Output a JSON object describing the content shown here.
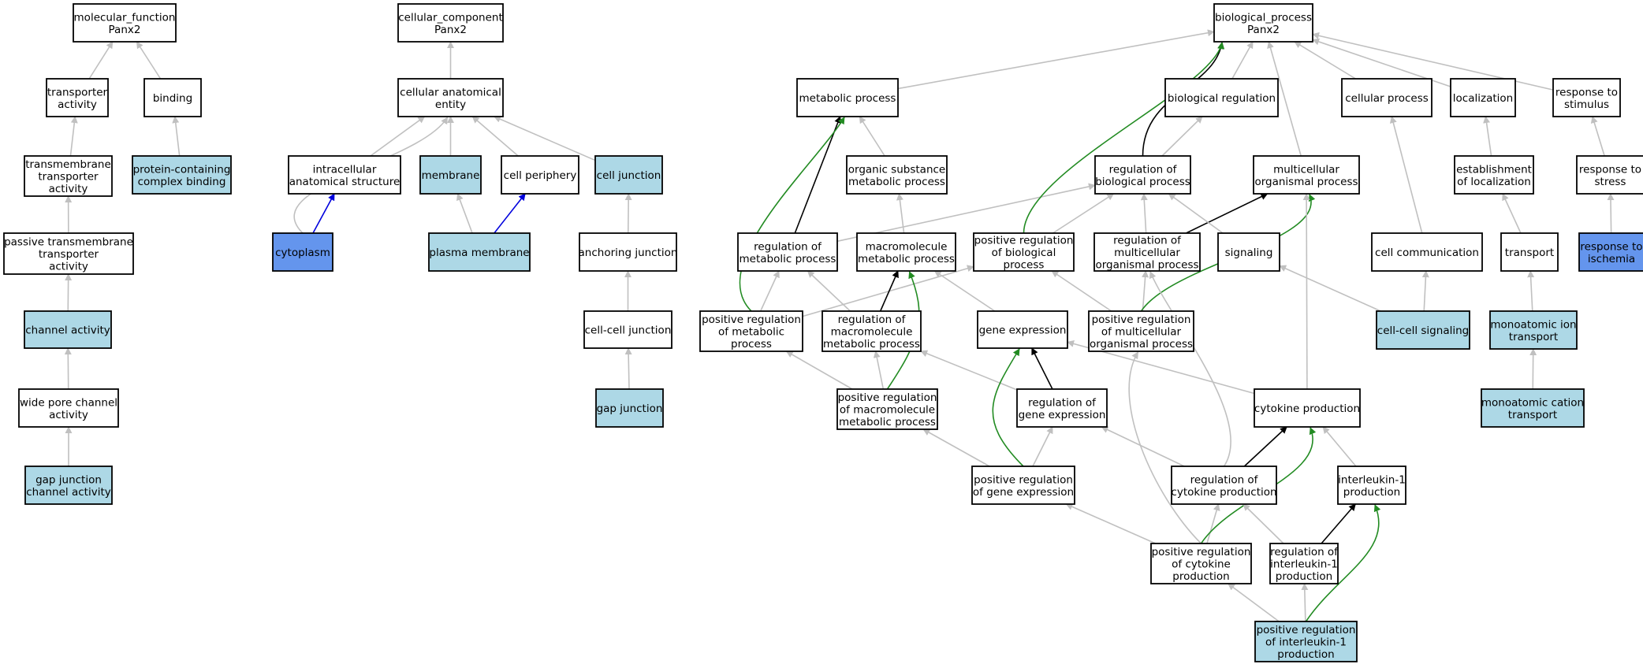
{
  "colors": {
    "node_fill_default": "#ffffff",
    "node_fill_light": "#add8e6",
    "node_fill_strong": "#6495ed",
    "edge_gray": "#c0c0c0",
    "edge_black": "#000000",
    "edge_green": "#228b22",
    "edge_blue": "#0000dd"
  },
  "nodes": [
    {
      "id": "mf",
      "lines": [
        "molecular_function",
        "Panx2"
      ],
      "style": "default"
    },
    {
      "id": "transporter_activity",
      "lines": [
        "transporter",
        "activity"
      ],
      "style": "default"
    },
    {
      "id": "binding",
      "lines": [
        "binding"
      ],
      "style": "default"
    },
    {
      "id": "tm_transporter",
      "lines": [
        "transmembrane",
        "transporter",
        "activity"
      ],
      "style": "default"
    },
    {
      "id": "protein_complex_binding",
      "lines": [
        "protein-containing",
        "complex binding"
      ],
      "style": "light"
    },
    {
      "id": "passive_tm",
      "lines": [
        "passive transmembrane",
        "transporter",
        "activity"
      ],
      "style": "default"
    },
    {
      "id": "channel_activity",
      "lines": [
        "channel activity"
      ],
      "style": "light"
    },
    {
      "id": "wide_pore",
      "lines": [
        "wide pore channel",
        "activity"
      ],
      "style": "default"
    },
    {
      "id": "gap_junction_channel",
      "lines": [
        "gap junction",
        "channel activity"
      ],
      "style": "light"
    },
    {
      "id": "cc",
      "lines": [
        "cellular_component",
        "Panx2"
      ],
      "style": "default"
    },
    {
      "id": "cell_anat_entity",
      "lines": [
        "cellular anatomical",
        "entity"
      ],
      "style": "default"
    },
    {
      "id": "intracellular",
      "lines": [
        "intracellular",
        "anatomical structure"
      ],
      "style": "default"
    },
    {
      "id": "membrane",
      "lines": [
        "membrane"
      ],
      "style": "light"
    },
    {
      "id": "cell_periphery",
      "lines": [
        "cell periphery"
      ],
      "style": "default"
    },
    {
      "id": "cell_junction",
      "lines": [
        "cell junction"
      ],
      "style": "light"
    },
    {
      "id": "cytoplasm",
      "lines": [
        "cytoplasm"
      ],
      "style": "strong"
    },
    {
      "id": "plasma_membrane",
      "lines": [
        "plasma membrane"
      ],
      "style": "light"
    },
    {
      "id": "anchoring_junction",
      "lines": [
        "anchoring junction"
      ],
      "style": "default"
    },
    {
      "id": "cell_cell_junction",
      "lines": [
        "cell-cell junction"
      ],
      "style": "default"
    },
    {
      "id": "gap_junction",
      "lines": [
        "gap junction"
      ],
      "style": "light"
    },
    {
      "id": "bp",
      "lines": [
        "biological_process",
        "Panx2"
      ],
      "style": "default"
    },
    {
      "id": "metabolic_process",
      "lines": [
        "metabolic process"
      ],
      "style": "default"
    },
    {
      "id": "bio_regulation",
      "lines": [
        "biological regulation"
      ],
      "style": "default"
    },
    {
      "id": "cellular_process",
      "lines": [
        "cellular process"
      ],
      "style": "default"
    },
    {
      "id": "localization",
      "lines": [
        "localization"
      ],
      "style": "default"
    },
    {
      "id": "response_stimulus",
      "lines": [
        "response to",
        "stimulus"
      ],
      "style": "default"
    },
    {
      "id": "organic_substance",
      "lines": [
        "organic substance",
        "metabolic process"
      ],
      "style": "default"
    },
    {
      "id": "reg_bio_process",
      "lines": [
        "regulation of",
        "biological process"
      ],
      "style": "default"
    },
    {
      "id": "multicellular",
      "lines": [
        "multicellular",
        "organismal process"
      ],
      "style": "default"
    },
    {
      "id": "establishment_loc",
      "lines": [
        "establishment",
        "of localization"
      ],
      "style": "default"
    },
    {
      "id": "response_stress",
      "lines": [
        "response to",
        "stress"
      ],
      "style": "default"
    },
    {
      "id": "reg_metabolic",
      "lines": [
        "regulation of",
        "metabolic process"
      ],
      "style": "default"
    },
    {
      "id": "macromolecule_metabolic",
      "lines": [
        "macromolecule",
        "metabolic process"
      ],
      "style": "default"
    },
    {
      "id": "pos_reg_bio",
      "lines": [
        "positive regulation",
        "of biological",
        "process"
      ],
      "style": "default"
    },
    {
      "id": "reg_multicellular",
      "lines": [
        "regulation of",
        "multicellular",
        "organismal process"
      ],
      "style": "default"
    },
    {
      "id": "signaling",
      "lines": [
        "signaling"
      ],
      "style": "default"
    },
    {
      "id": "cell_communication",
      "lines": [
        "cell communication"
      ],
      "style": "default"
    },
    {
      "id": "transport",
      "lines": [
        "transport"
      ],
      "style": "default"
    },
    {
      "id": "response_ischemia",
      "lines": [
        "response to",
        "ischemia"
      ],
      "style": "strong"
    },
    {
      "id": "pos_reg_metabolic",
      "lines": [
        "positive regulation",
        "of metabolic",
        "process"
      ],
      "style": "default"
    },
    {
      "id": "reg_macromolecule",
      "lines": [
        "regulation of",
        "macromolecule",
        "metabolic process"
      ],
      "style": "default"
    },
    {
      "id": "gene_expression",
      "lines": [
        "gene expression"
      ],
      "style": "default"
    },
    {
      "id": "pos_reg_multicellular",
      "lines": [
        "positive regulation",
        "of multicellular",
        "organismal process"
      ],
      "style": "default"
    },
    {
      "id": "cell_cell_signaling",
      "lines": [
        "cell-cell signaling"
      ],
      "style": "light"
    },
    {
      "id": "monoatomic_ion",
      "lines": [
        "monoatomic ion",
        "transport"
      ],
      "style": "light"
    },
    {
      "id": "pos_reg_macromolecule",
      "lines": [
        "positive regulation",
        "of macromolecule",
        "metabolic process"
      ],
      "style": "default"
    },
    {
      "id": "reg_gene_expression",
      "lines": [
        "regulation of",
        "gene expression"
      ],
      "style": "default"
    },
    {
      "id": "cytokine_production",
      "lines": [
        "cytokine production"
      ],
      "style": "default"
    },
    {
      "id": "monoatomic_cation",
      "lines": [
        "monoatomic cation",
        "transport"
      ],
      "style": "light"
    },
    {
      "id": "pos_reg_gene_expression",
      "lines": [
        "positive regulation",
        "of gene expression"
      ],
      "style": "default"
    },
    {
      "id": "reg_cytokine",
      "lines": [
        "regulation of",
        "cytokine production"
      ],
      "style": "default"
    },
    {
      "id": "il1_production",
      "lines": [
        "interleukin-1",
        "production"
      ],
      "style": "default"
    },
    {
      "id": "pos_reg_cytokine",
      "lines": [
        "positive regulation",
        "of cytokine",
        "production"
      ],
      "style": "default"
    },
    {
      "id": "reg_il1",
      "lines": [
        "regulation of",
        "interleukin-1",
        "production"
      ],
      "style": "default"
    },
    {
      "id": "pos_reg_il1",
      "lines": [
        "positive regulation",
        "of interleukin-1",
        "production"
      ],
      "style": "light"
    }
  ],
  "edges": [
    {
      "from": "transporter_activity",
      "to": "mf",
      "color": "gray"
    },
    {
      "from": "binding",
      "to": "mf",
      "color": "gray"
    },
    {
      "from": "tm_transporter",
      "to": "transporter_activity",
      "color": "gray"
    },
    {
      "from": "protein_complex_binding",
      "to": "binding",
      "color": "gray"
    },
    {
      "from": "passive_tm",
      "to": "tm_transporter",
      "color": "gray"
    },
    {
      "from": "channel_activity",
      "to": "passive_tm",
      "color": "gray"
    },
    {
      "from": "wide_pore",
      "to": "channel_activity",
      "color": "gray"
    },
    {
      "from": "gap_junction_channel",
      "to": "wide_pore",
      "color": "gray"
    },
    {
      "from": "cell_anat_entity",
      "to": "cc",
      "color": "gray"
    },
    {
      "from": "intracellular",
      "to": "cell_anat_entity",
      "color": "gray"
    },
    {
      "from": "membrane",
      "to": "cell_anat_entity",
      "color": "gray"
    },
    {
      "from": "cell_periphery",
      "to": "cell_anat_entity",
      "color": "gray"
    },
    {
      "from": "cell_junction",
      "to": "cell_anat_entity",
      "color": "gray"
    },
    {
      "from": "cytoplasm",
      "to": "cell_anat_entity",
      "color": "gray",
      "curve": "left"
    },
    {
      "from": "cytoplasm",
      "to": "intracellular",
      "color": "blue"
    },
    {
      "from": "plasma_membrane",
      "to": "membrane",
      "color": "gray"
    },
    {
      "from": "plasma_membrane",
      "to": "cell_periphery",
      "color": "blue"
    },
    {
      "from": "anchoring_junction",
      "to": "cell_junction",
      "color": "gray"
    },
    {
      "from": "cell_cell_junction",
      "to": "anchoring_junction",
      "color": "gray"
    },
    {
      "from": "gap_junction",
      "to": "cell_cell_junction",
      "color": "gray"
    },
    {
      "from": "metabolic_process",
      "to": "bp",
      "color": "gray"
    },
    {
      "from": "bio_regulation",
      "to": "bp",
      "color": "gray"
    },
    {
      "from": "cellular_process",
      "to": "bp",
      "color": "gray"
    },
    {
      "from": "localization",
      "to": "bp",
      "color": "gray"
    },
    {
      "from": "response_stimulus",
      "to": "bp",
      "color": "gray"
    },
    {
      "from": "organic_substance",
      "to": "metabolic_process",
      "color": "gray"
    },
    {
      "from": "reg_bio_process",
      "to": "bio_regulation",
      "color": "gray"
    },
    {
      "from": "reg_bio_process",
      "to": "bp",
      "color": "black",
      "curve": "bp"
    },
    {
      "from": "multicellular",
      "to": "bp",
      "color": "gray"
    },
    {
      "from": "establishment_loc",
      "to": "localization",
      "color": "gray"
    },
    {
      "from": "response_stress",
      "to": "response_stimulus",
      "color": "gray"
    },
    {
      "from": "reg_metabolic",
      "to": "metabolic_process",
      "color": "black"
    },
    {
      "from": "reg_metabolic",
      "to": "reg_bio_process",
      "color": "gray"
    },
    {
      "from": "macromolecule_metabolic",
      "to": "organic_substance",
      "color": "gray"
    },
    {
      "from": "pos_reg_bio",
      "to": "reg_bio_process",
      "color": "gray"
    },
    {
      "from": "pos_reg_bio",
      "to": "bp",
      "color": "green",
      "curve": "bp"
    },
    {
      "from": "reg_multicellular",
      "to": "reg_bio_process",
      "color": "gray"
    },
    {
      "from": "reg_multicellular",
      "to": "multicellular",
      "color": "black"
    },
    {
      "from": "signaling",
      "to": "reg_bio_process",
      "color": "gray"
    },
    {
      "from": "cell_communication",
      "to": "cellular_process",
      "color": "gray"
    },
    {
      "from": "transport",
      "to": "establishment_loc",
      "color": "gray"
    },
    {
      "from": "response_ischemia",
      "to": "response_stress",
      "color": "gray"
    },
    {
      "from": "pos_reg_metabolic",
      "to": "reg_metabolic",
      "color": "gray"
    },
    {
      "from": "pos_reg_metabolic",
      "to": "pos_reg_bio",
      "color": "gray"
    },
    {
      "from": "pos_reg_metabolic",
      "to": "metabolic_process",
      "color": "green",
      "curve": "left"
    },
    {
      "from": "reg_macromolecule",
      "to": "reg_metabolic",
      "color": "gray"
    },
    {
      "from": "reg_macromolecule",
      "to": "macromolecule_metabolic",
      "color": "black"
    },
    {
      "from": "gene_expression",
      "to": "macromolecule_metabolic",
      "color": "gray"
    },
    {
      "from": "pos_reg_multicellular",
      "to": "reg_multicellular",
      "color": "gray"
    },
    {
      "from": "pos_reg_multicellular",
      "to": "pos_reg_bio",
      "color": "gray"
    },
    {
      "from": "pos_reg_multicellular",
      "to": "multicellular",
      "color": "green",
      "curve": "right"
    },
    {
      "from": "cell_cell_signaling",
      "to": "cell_communication",
      "color": "gray"
    },
    {
      "from": "cell_cell_signaling",
      "to": "signaling",
      "color": "gray"
    },
    {
      "from": "monoatomic_ion",
      "to": "transport",
      "color": "gray"
    },
    {
      "from": "pos_reg_macromolecule",
      "to": "pos_reg_metabolic",
      "color": "gray"
    },
    {
      "from": "pos_reg_macromolecule",
      "to": "reg_macromolecule",
      "color": "gray"
    },
    {
      "from": "pos_reg_macromolecule",
      "to": "macromolecule_metabolic",
      "color": "green",
      "curve": "right"
    },
    {
      "from": "reg_gene_expression",
      "to": "gene_expression",
      "color": "black"
    },
    {
      "from": "reg_gene_expression",
      "to": "reg_macromolecule",
      "color": "gray"
    },
    {
      "from": "cytokine_production",
      "to": "gene_expression",
      "color": "gray"
    },
    {
      "from": "cytokine_production",
      "to": "multicellular",
      "color": "gray"
    },
    {
      "from": "monoatomic_cation",
      "to": "monoatomic_ion",
      "color": "gray"
    },
    {
      "from": "pos_reg_gene_expression",
      "to": "reg_gene_expression",
      "color": "gray"
    },
    {
      "from": "pos_reg_gene_expression",
      "to": "pos_reg_macromolecule",
      "color": "gray"
    },
    {
      "from": "pos_reg_gene_expression",
      "to": "gene_expression",
      "color": "green",
      "curve": "left"
    },
    {
      "from": "reg_cytokine",
      "to": "cytokine_production",
      "color": "black"
    },
    {
      "from": "reg_cytokine",
      "to": "reg_gene_expression",
      "color": "gray"
    },
    {
      "from": "reg_cytokine",
      "to": "reg_multicellular",
      "color": "gray",
      "curve": "right"
    },
    {
      "from": "il1_production",
      "to": "cytokine_production",
      "color": "gray"
    },
    {
      "from": "pos_reg_cytokine",
      "to": "reg_cytokine",
      "color": "gray"
    },
    {
      "from": "pos_reg_cytokine",
      "to": "pos_reg_gene_expression",
      "color": "gray"
    },
    {
      "from": "pos_reg_cytokine",
      "to": "cytokine_production",
      "color": "green",
      "curve": "right"
    },
    {
      "from": "pos_reg_cytokine",
      "to": "pos_reg_multicellular",
      "color": "gray",
      "curve": "left"
    },
    {
      "from": "reg_il1",
      "to": "il1_production",
      "color": "black"
    },
    {
      "from": "reg_il1",
      "to": "reg_cytokine",
      "color": "gray"
    },
    {
      "from": "pos_reg_il1",
      "to": "reg_il1",
      "color": "gray"
    },
    {
      "from": "pos_reg_il1",
      "to": "pos_reg_cytokine",
      "color": "gray"
    },
    {
      "from": "pos_reg_il1",
      "to": "il1_production",
      "color": "green",
      "curve": "right"
    }
  ]
}
